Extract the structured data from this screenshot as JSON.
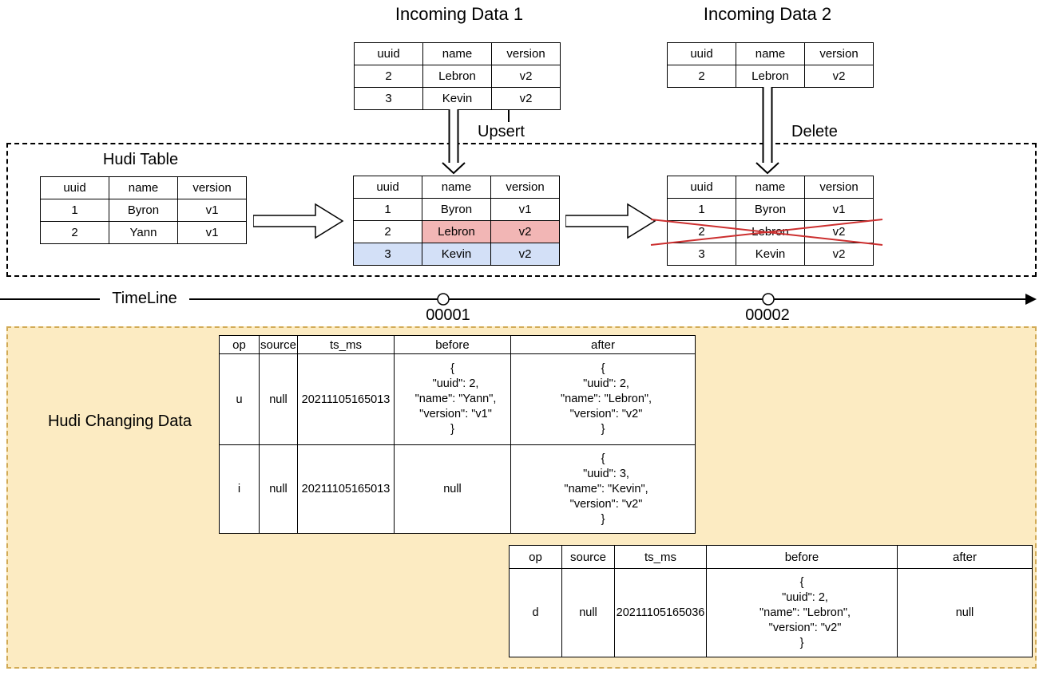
{
  "titles": {
    "incoming1": "Incoming Data 1",
    "incoming2": "Incoming Data 2",
    "hudi_table": "Hudi Table",
    "timeline": "TimeLine",
    "upsert": "Upsert",
    "delete": "Delete",
    "changing": "Hudi Changing Data"
  },
  "timeline": {
    "commits": [
      "00001",
      "00002"
    ]
  },
  "columns3": [
    "uuid",
    "name",
    "version"
  ],
  "columns_cdc": [
    "op",
    "source",
    "ts_ms",
    "before",
    "after"
  ],
  "tables": {
    "incoming1": {
      "rows": [
        [
          "2",
          "Lebron",
          "v2"
        ],
        [
          "3",
          "Kevin",
          "v2"
        ]
      ]
    },
    "incoming2": {
      "rows": [
        [
          "2",
          "Lebron",
          "v2"
        ]
      ]
    },
    "hudi_initial": {
      "rows": [
        [
          "1",
          "Byron",
          "v1"
        ],
        [
          "2",
          "Yann",
          "v1"
        ]
      ]
    },
    "hudi_upserted": {
      "rows": [
        [
          "1",
          "Byron",
          "v1"
        ],
        [
          "2",
          "Lebron",
          "v2"
        ],
        [
          "3",
          "Kevin",
          "v2"
        ]
      ]
    },
    "hudi_deleted": {
      "rows": [
        [
          "1",
          "Byron",
          "v1"
        ],
        [
          "2",
          "Lebron",
          "v2"
        ],
        [
          "3",
          "Kevin",
          "v2"
        ]
      ]
    },
    "cdc1": {
      "rows": [
        [
          "u",
          "null",
          "20211105165013",
          "{\n  \"uuid\": 2,\n  \"name\": \"Yann\",\n  \"version\": \"v1\"\n}",
          "{\n  \"uuid\": 2,\n  \"name\": \"Lebron\",\n  \"version\": \"v2\"\n}"
        ],
        [
          "i",
          "null",
          "20211105165013",
          "null",
          "{\n  \"uuid\": 3,\n  \"name\": \"Kevin\",\n  \"version\": \"v2\"\n}"
        ]
      ]
    },
    "cdc2": {
      "rows": [
        [
          "d",
          "null",
          "20211105165036",
          "{\n  \"uuid\": 2,\n  \"name\": \"Lebron\",\n  \"version\": \"v2\"\n}",
          "null"
        ]
      ]
    }
  },
  "colors": {
    "updated_cell_fill": "#f2b6b5",
    "updated_cell_stroke": "#b85450",
    "inserted_row_fill": "#d3e0f7",
    "inserted_row_stroke": "#7e9cc9",
    "delete_cross": "#cc2f2f",
    "note_fill": "#fcebc2",
    "note_stroke": "#d2ab56"
  }
}
